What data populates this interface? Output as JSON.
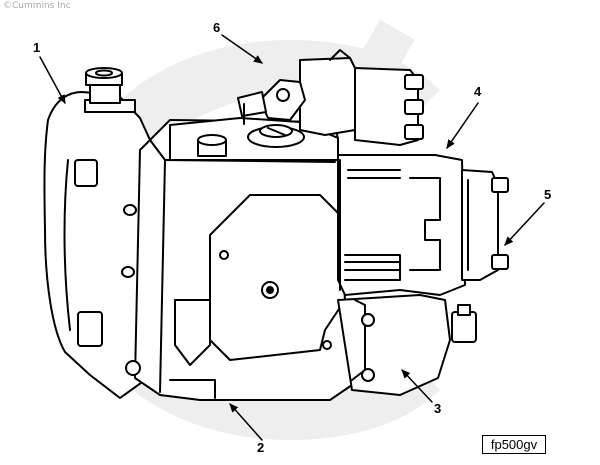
{
  "copyright": "©Cummins Inc",
  "watermark": "Cummins",
  "figure_id": "fp500gv",
  "callouts": [
    "1",
    "2",
    "3",
    "4",
    "5",
    "6"
  ],
  "colors": {
    "ink": "#000000",
    "watermark": "#eeeeee",
    "fill": "#ffffff"
  }
}
